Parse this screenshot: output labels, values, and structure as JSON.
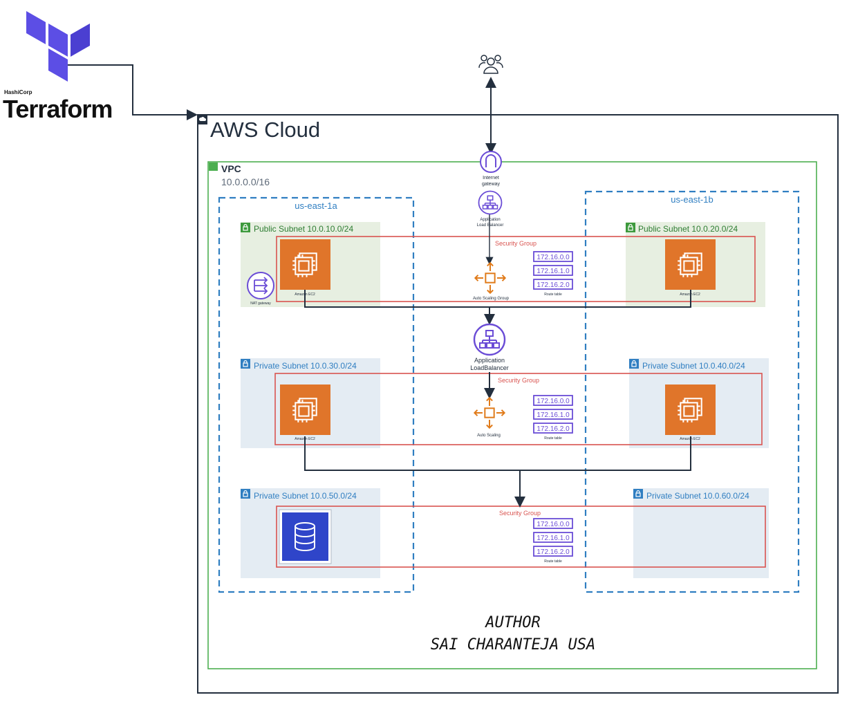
{
  "logo": {
    "company": "HashiCorp",
    "product": "Terraform"
  },
  "cloud": {
    "title": "AWS Cloud"
  },
  "vpc": {
    "title": "VPC",
    "cidr": "10.0.0.0/16"
  },
  "availability_zones": [
    "us-east-1a",
    "us-east-1b"
  ],
  "subnets": {
    "public_a": "Public Subnet 10.0.10.0/24",
    "public_b": "Public Subnet 10.0.20.0/24",
    "private_a1": "Private Subnet 10.0.30.0/24",
    "private_b1": "Private Subnet 10.0.40.0/24",
    "private_a2": "Private Subnet 10.0.50.0/24",
    "private_b2": "Private Subnet 10.0.60.0/24"
  },
  "security_group_label": "Security Group",
  "route_table": {
    "entries": [
      "172.16.0.0",
      "172.16.1.0",
      "172.16.2.0"
    ],
    "caption": "Route table"
  },
  "labels": {
    "igw": [
      "Internet",
      "gateway"
    ],
    "alb_top": [
      "Application",
      "Load Balancer"
    ],
    "alb_mid": [
      "Application",
      "LoadBalancer"
    ],
    "asg_top": "Auto Scaling Group",
    "asg_mid": "Auto Scaling",
    "ec2": "Amazon EC2",
    "nat": "NAT gateway"
  },
  "author": {
    "line1": "AUTHOR",
    "line2": "SAI CHARANTEJA USA"
  },
  "colors": {
    "terraform": "#5c4ee5",
    "aws_orange": "#e07b1a",
    "ec2_fill": "#e0752a",
    "vpc_green": "#4caf50",
    "az_blue": "#2f7ec1",
    "sg_red": "#d9534f",
    "purple": "#6a4cd6",
    "rds_blue": "#2f45c9",
    "public_fill": "#e7efe1",
    "private_fill": "#e4ecf3"
  }
}
